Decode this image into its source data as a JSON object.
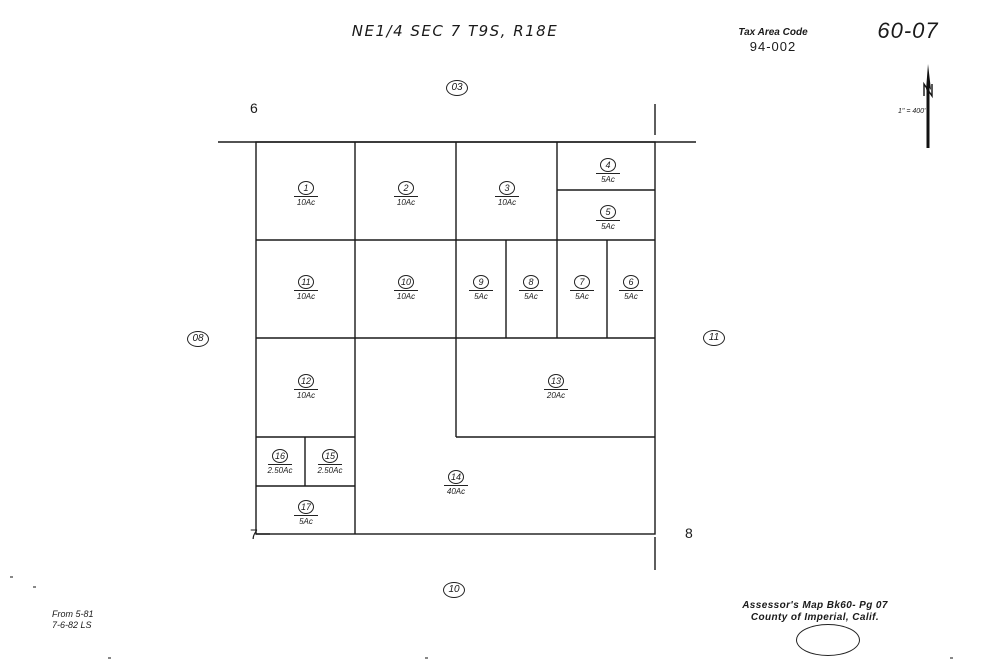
{
  "header": {
    "title": "NE1/4 SEC 7 T9S, R18E",
    "tax_area_code_label": "Tax Area Code",
    "tax_area_code": "94-002",
    "page_number": "60-07",
    "scale": "1\" = 400'"
  },
  "section_corners": {
    "nw": "6",
    "sw": "7",
    "se": "8"
  },
  "adjacent_pages": {
    "north": "03",
    "west": "08",
    "east": "11",
    "south": "10"
  },
  "parcels": [
    {
      "number": "1",
      "acreage": "10Ac"
    },
    {
      "number": "2",
      "acreage": "10Ac"
    },
    {
      "number": "3",
      "acreage": "10Ac"
    },
    {
      "number": "4",
      "acreage": "5Ac"
    },
    {
      "number": "5",
      "acreage": "5Ac"
    },
    {
      "number": "6",
      "acreage": "5Ac"
    },
    {
      "number": "7",
      "acreage": "5Ac"
    },
    {
      "number": "8",
      "acreage": "5Ac"
    },
    {
      "number": "9",
      "acreage": "5Ac"
    },
    {
      "number": "10",
      "acreage": "10Ac"
    },
    {
      "number": "11",
      "acreage": "10Ac"
    },
    {
      "number": "12",
      "acreage": "10Ac"
    },
    {
      "number": "13",
      "acreage": "20Ac"
    },
    {
      "number": "14",
      "acreage": "40Ac"
    },
    {
      "number": "15",
      "acreage": "2.50Ac"
    },
    {
      "number": "16",
      "acreage": "2.50Ac"
    },
    {
      "number": "17",
      "acreage": "5Ac"
    }
  ],
  "footer": {
    "history_line1": "From 5-81",
    "history_line2": "7-6-82 LS",
    "map_ref_line1": "Assessor's Map Bk60- Pg 07",
    "map_ref_line2": "County of Imperial, Calif."
  },
  "colors": {
    "ink": "#1a1a1a",
    "paper": "#ffffff"
  }
}
